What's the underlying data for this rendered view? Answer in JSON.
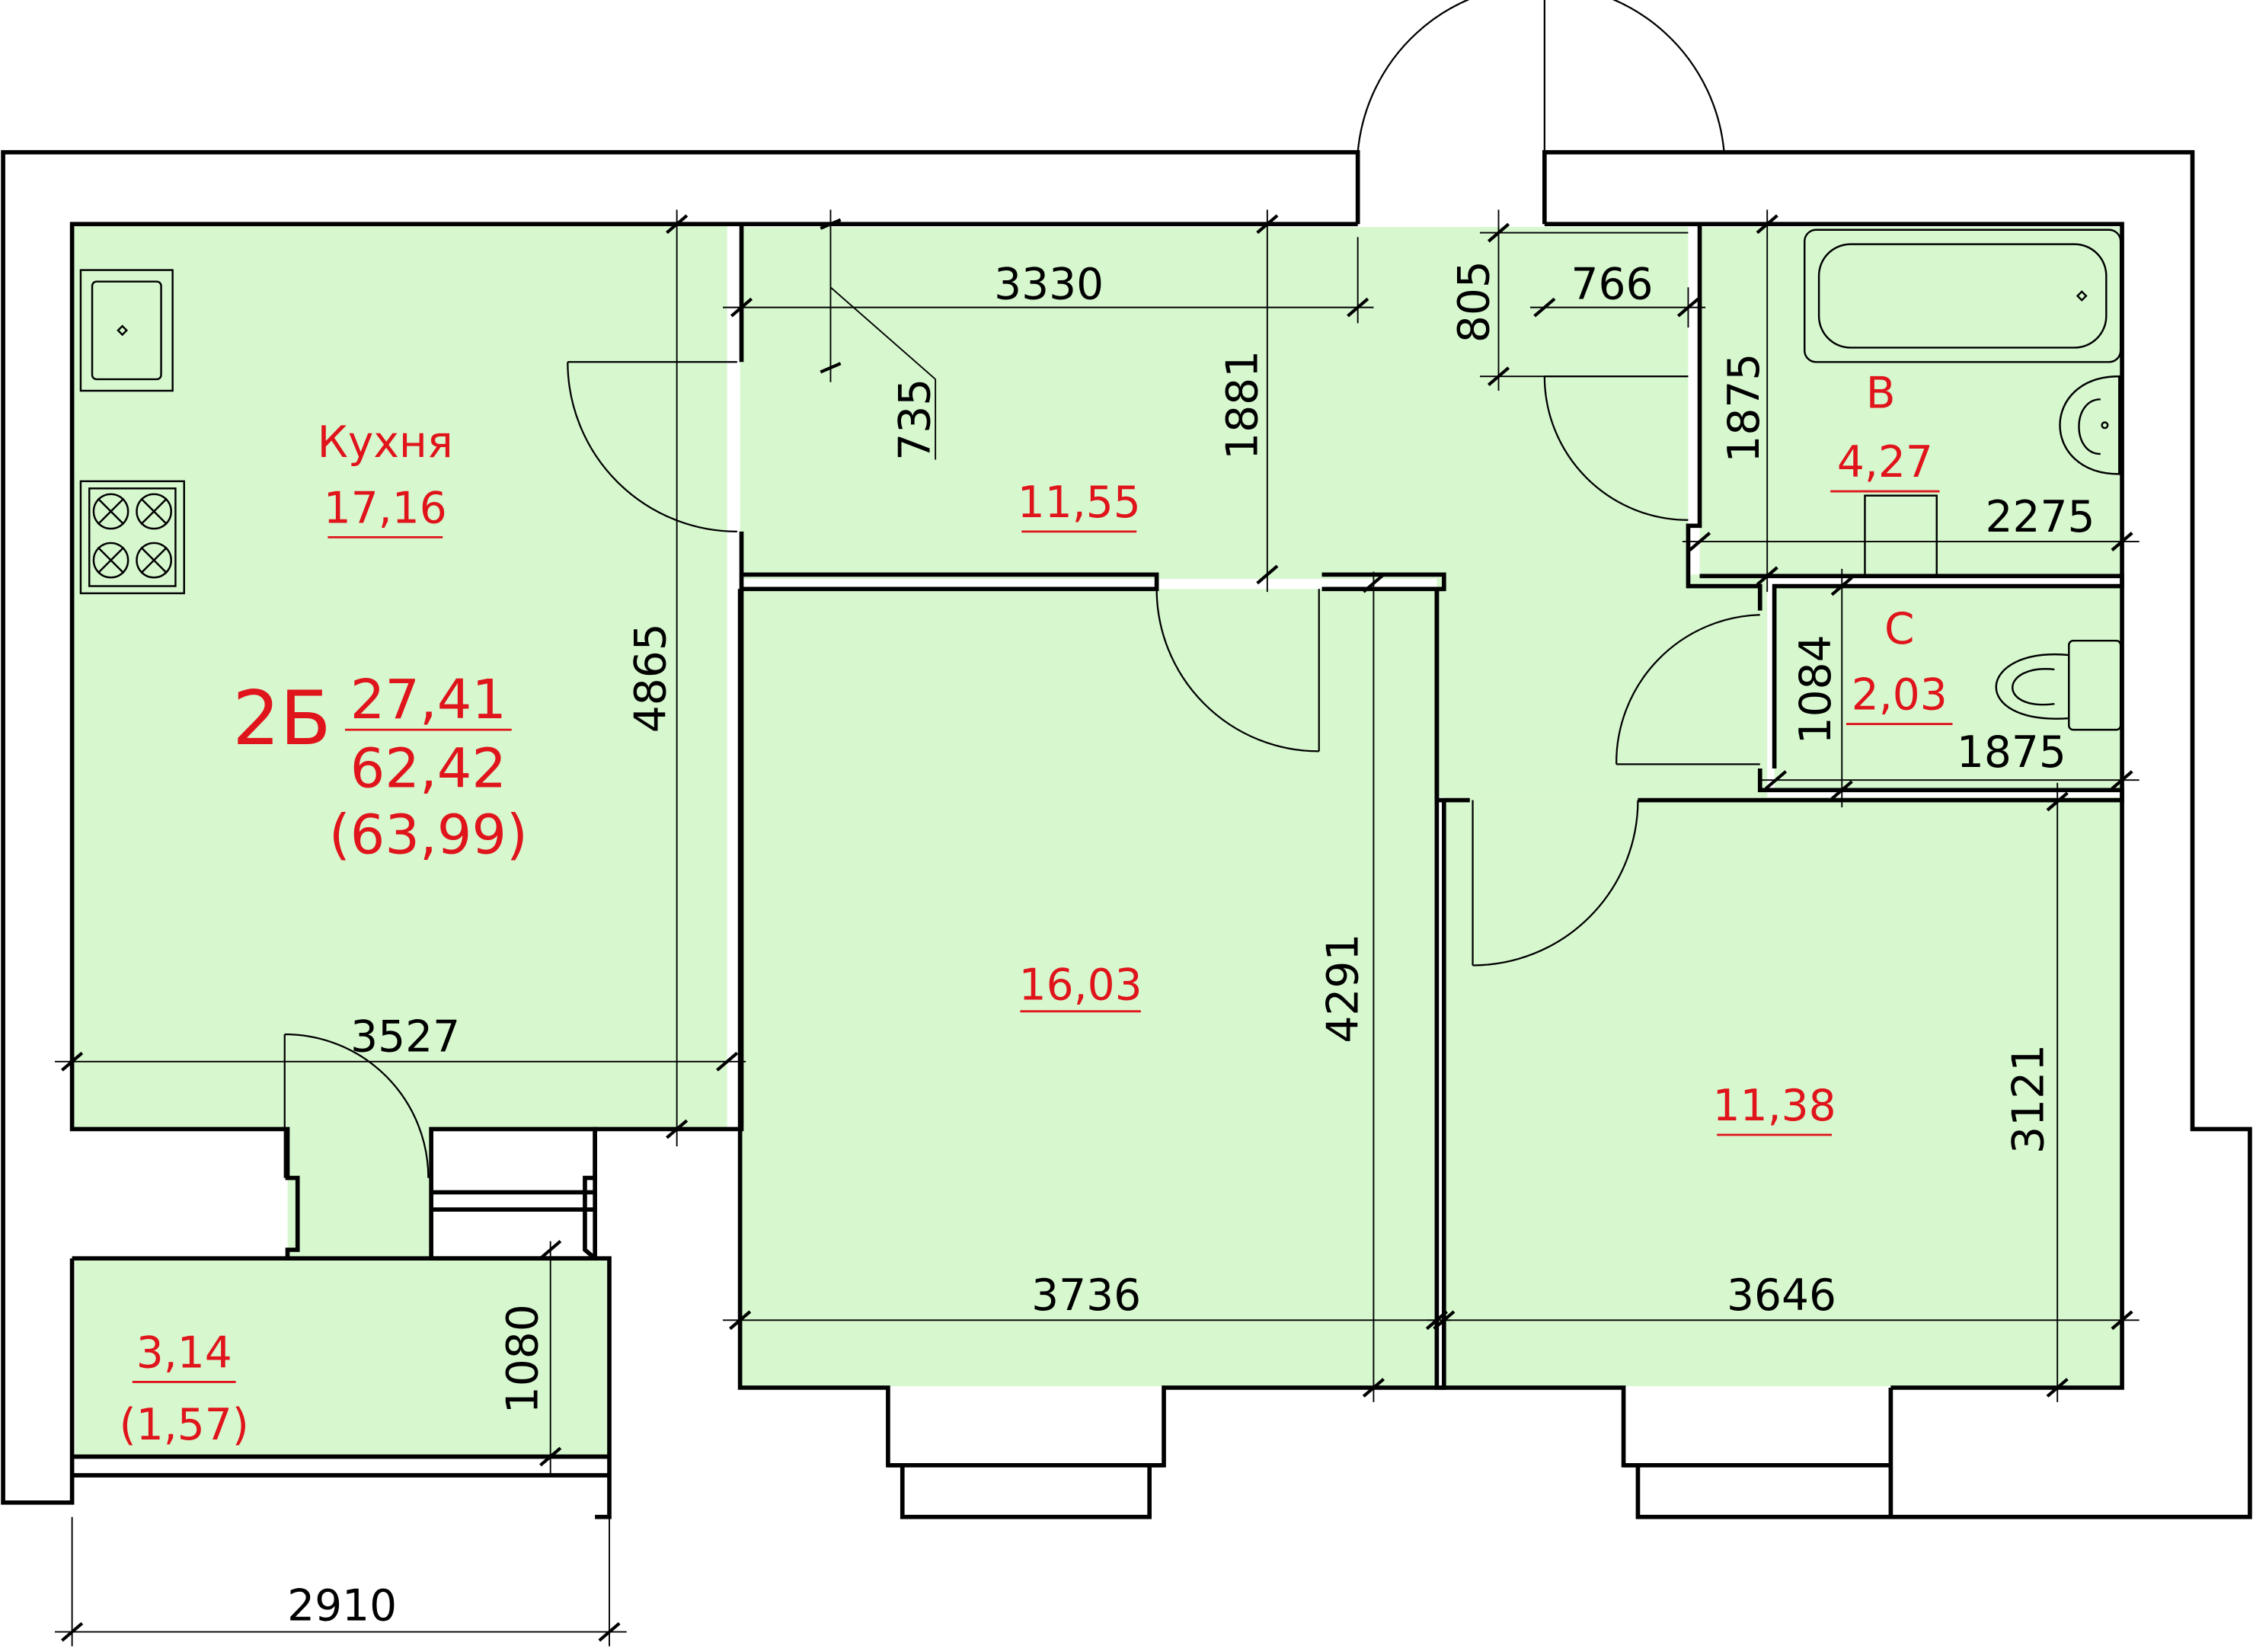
{
  "unit": {
    "code": "2Б",
    "living_area": "27,41",
    "total_area": "62,42",
    "total_with_balcony": "(63,99)"
  },
  "rooms": {
    "kitchen": {
      "label": "Кухня",
      "area": "17,16"
    },
    "hall": {
      "area": "11,55"
    },
    "room_center": {
      "area": "16,03"
    },
    "room_right": {
      "area": "11,38"
    },
    "bathroom": {
      "label": "В",
      "area": "4,27"
    },
    "toilet": {
      "label": "С",
      "area": "2,03"
    },
    "balcony": {
      "area": "3,14",
      "reduced_area": "(1,57)"
    }
  },
  "dimensions": {
    "d3330": "3330",
    "d735": "735",
    "d1881": "1881",
    "d805": "805",
    "d766": "766",
    "d1875_v": "1875",
    "d2275": "2275",
    "d1084": "1084",
    "d1875_h": "1875",
    "d4865": "4865",
    "d3527": "3527",
    "d4291": "4291",
    "d3121": "3121",
    "d3736": "3736",
    "d3646": "3646",
    "d1080": "1080",
    "d2910": "2910"
  },
  "colors": {
    "floor_fill": "#d7f8cf",
    "wall_stroke": "#000000",
    "label_red": "#e0141b"
  }
}
